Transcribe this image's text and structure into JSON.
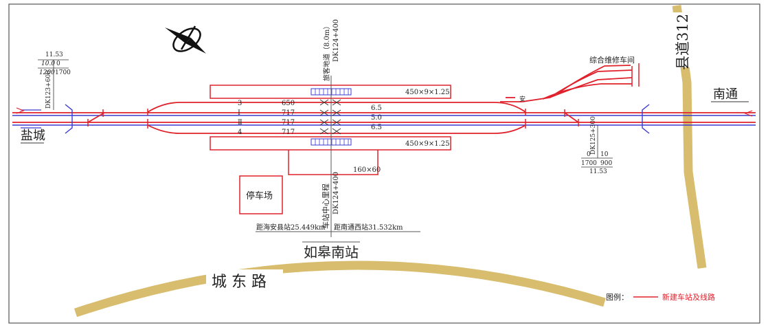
{
  "colors": {
    "frame": "#555555",
    "new_line": "#e0202a",
    "existing_line": "#3a3ad0",
    "road": "#d9bd6e",
    "text": "#222222"
  },
  "roads": {
    "city_east_road": "城 东 路",
    "county_road": "县道312"
  },
  "directions": {
    "west": "盐城",
    "east": "南通"
  },
  "station": {
    "name": "如皋南站",
    "center_mileage_label": "车站中心里程",
    "center_mileage": "DK124+400",
    "distance_west": "距海安县站25.449km",
    "distance_east": "距南通西站31.532km",
    "parking_lot": "停车场",
    "overpass_label": "旅客地道（8.0m）",
    "overpass_mileage": "DK124+400",
    "maintenance_depot": "综合维修车间",
    "safety_siding": "安"
  },
  "tracks": [
    {
      "name": "3",
      "length": "650"
    },
    {
      "name": "Ⅰ",
      "length": "717"
    },
    {
      "name": "Ⅱ",
      "length": "717"
    },
    {
      "name": "4",
      "length": "717"
    }
  ],
  "track_spacings": [
    "6.5",
    "5.0",
    "6.5"
  ],
  "platforms": {
    "north": "450×9×1.25",
    "south": "450×9×1.25",
    "basic_platform": "160×60"
  },
  "west_profile": {
    "mileage": "DK123+600",
    "elevation": "11.53",
    "grade_left": "10.0",
    "grade_right": "0",
    "length_left": "1200",
    "length_right": "1700"
  },
  "east_profile": {
    "mileage": "DK125+300",
    "grade_left": "0",
    "grade_right": "10",
    "length_left": "1700",
    "length_right": "900",
    "elevation": "11.53"
  },
  "legend": {
    "title": "图例：",
    "item": "新建车站及线路"
  }
}
